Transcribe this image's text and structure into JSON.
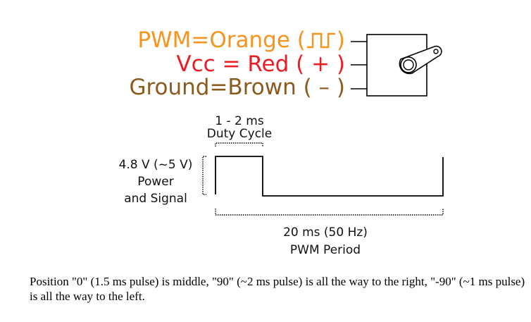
{
  "wires": {
    "pwm": "PWM=Orange (",
    "pwm_close": ")",
    "vcc": "Vcc = Red ( + )",
    "ground": "Ground=Brown ( – )"
  },
  "colors": {
    "pwm": "#f7941d",
    "vcc": "#ed1c24",
    "ground": "#8b5a1e"
  },
  "duty": {
    "line1": "1 - 2 ms",
    "line2": "Duty Cycle"
  },
  "voltage": {
    "line1": "4.8 V (~5 V)",
    "line2": "Power",
    "line3": "and Signal"
  },
  "period": {
    "line1": "20 ms (50 Hz)",
    "line2": "PWM Period"
  },
  "caption": "Position \"0\" (1.5 ms pulse) is middle, \"90\" (~2 ms pulse) is all the way to the right, \"-90\" (~1 ms pulse) is all the way to the left."
}
